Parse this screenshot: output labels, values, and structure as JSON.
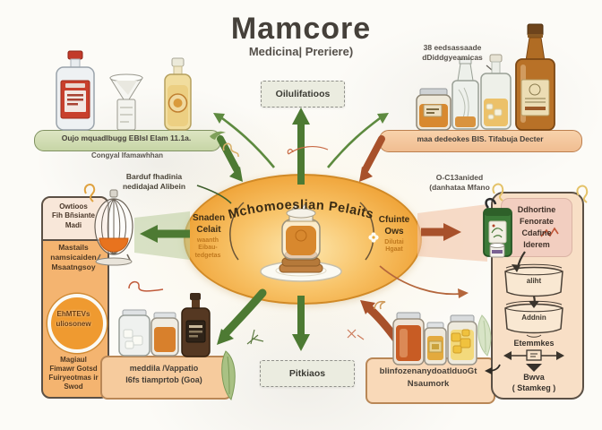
{
  "header": {
    "title": "Mamcore",
    "subtitle": "Medicina| Preriere)"
  },
  "flow": {
    "top_box": "Oilulifatioos",
    "bottom_box": "Pitkiaos"
  },
  "left_shelf": {
    "label": "Oujo  mquadlbugg EBIsI Elam  11.1a.",
    "sublabel": "Congyal Ifamawhhan"
  },
  "right_shelf": {
    "label": "maa dedeokes BIS. Tifabuja Decter",
    "note1": "38 eedsassaade",
    "note2": "dDiddgyeamicas"
  },
  "oval": {
    "title": "Mchomoeslian Pelaits",
    "left_head1": "Snaden",
    "left_head2": "Celait",
    "left_sub1": "waanth",
    "left_sub2": "Eibau-",
    "left_sub3": "tedgetas",
    "right_head1": "Cfuinte",
    "right_head2": "Ows",
    "right_sub1": "Dilutai",
    "right_sub2": "Hgaat"
  },
  "left_panel": {
    "note1": "Barduf fhadinia",
    "note2": "nedidajad Alibein",
    "box1_l1": "Owtioos",
    "box1_l2": "Fih Bñsiante",
    "box1_l3": "Madi",
    "box2_l1": "Mastails",
    "box2_l2": "namsicaiden",
    "box2_l3": "Msaatngsoy",
    "circle_l1": "EhMTEVs",
    "circle_l2": "uliosonew",
    "box3_l1": "Magiaul",
    "box3_l2": "Fimawr Gotsd",
    "box3_l3": "Fuiryeotmas ir",
    "box3_l4": "Swod"
  },
  "bottom_left_shelf": {
    "label1": "meddila /Vappatio",
    "label2": "I6fs tiamprtob (Goa)"
  },
  "bottom_right_shelf": {
    "label1": "blinfozenanydoatlduoGt",
    "label2": "Nsaumork"
  },
  "right_panel": {
    "note1": "O-C13anided",
    "note2": "(danhataa Mfano",
    "box_l1": "Ddhortine",
    "box_l2": "Fenorate",
    "box_l3": "Cdafine",
    "box_l4": "Iderem",
    "stage1": "aliht",
    "stage2": "Addnin",
    "stage3": "Etemmkes",
    "result1": "Bwva",
    "result2": "( Stamkeg )"
  },
  "icons": {
    "whisk": "wire-whisk-with-orange-ball",
    "canister": "green-canister",
    "center_jar": "honey-jar-on-plate"
  },
  "colors": {
    "arrow_green": "#4d7a33",
    "arrow_rust": "#a8512b",
    "oval_orange": "#f0a63c",
    "shelf_green": "#cfdcb4",
    "shelf_peach": "#f5c9a0",
    "panel_border": "#5b5045"
  }
}
